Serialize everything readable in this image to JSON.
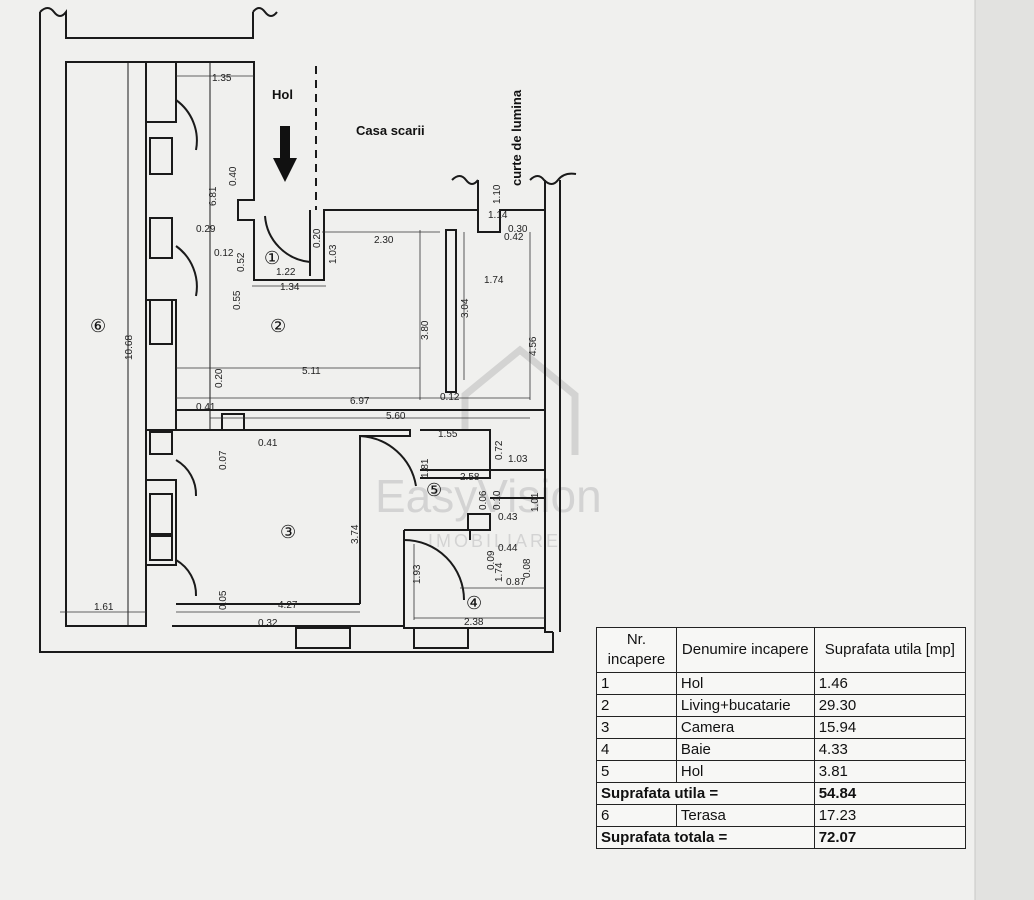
{
  "labels": {
    "hol": "Hol",
    "casa_scarii": "Casa scarii",
    "curte_de_lumina": "curte de lumina"
  },
  "rooms": [
    "①",
    "②",
    "③",
    "④",
    "⑤",
    "⑥"
  ],
  "dimensions": {
    "d_1_35": "1.35",
    "d_6_81": "6.81",
    "d_0_40": "0.40",
    "d_0_29": "0.29",
    "d_0_12": "0.12",
    "d_0_52": "0.52",
    "d_1_22": "1.22",
    "d_1_34": "1.34",
    "d_0_20a": "0.20",
    "d_1_03a": "1.03",
    "d_2_30": "2.30",
    "d_0_55": "0.55",
    "d_10_68": "10.68",
    "d_5_11": "5.11",
    "d_3_80": "3.80",
    "d_3_04": "3.04",
    "d_1_74a": "1.74",
    "d_4_56": "4.56",
    "d_0_20b": "0.20",
    "d_6_97": "6.97",
    "d_0_12b": "0.12",
    "d_0_41a": "0.41",
    "d_5_60": "5.60",
    "d_0_41b": "0.41",
    "d_0_07": "0.07",
    "d_1_55": "1.55",
    "d_0_72": "0.72",
    "d_1_03b": "1.03",
    "d_1_81": "1.81",
    "d_2_58": "2.58",
    "d_0_06": "0.06",
    "d_0_10a": "0.10",
    "d_1_01": "1.01",
    "d_0_43": "0.43",
    "d_3_74": "3.74",
    "d_0_44": "0.44",
    "d_0_09": "0.09",
    "d_1_74b": "1.74",
    "d_0_87": "0.87",
    "d_0_08": "0.08",
    "d_1_93": "1.93",
    "d_1_61": "1.61",
    "d_4_27": "4.27",
    "d_0_05": "0.05",
    "d_0_32": "0.32",
    "d_2_38": "2.38",
    "d_1_10": "1.10",
    "d_1_14": "1.14",
    "d_0_30": "0.30",
    "d_0_42": "0.42"
  },
  "watermark": {
    "line1": "EasyVision",
    "line2": "IMOBILIARE"
  },
  "legend": {
    "headers": [
      "Nr. incapere",
      "Denumire incapere",
      "Suprafata utila [mp]"
    ],
    "rows": [
      {
        "nr": "1",
        "name": "Hol",
        "area": "1.46"
      },
      {
        "nr": "2",
        "name": "Living+bucatarie",
        "area": "29.30"
      },
      {
        "nr": "3",
        "name": "Camera",
        "area": "15.94"
      },
      {
        "nr": "4",
        "name": "Baie",
        "area": "4.33"
      },
      {
        "nr": "5",
        "name": "Hol",
        "area": "3.81"
      }
    ],
    "subtotal": {
      "label": "Suprafata utila =",
      "value": "54.84"
    },
    "extra": {
      "nr": "6",
      "name": "Terasa",
      "area": "17.23"
    },
    "total": {
      "label": "Suprafata totala =",
      "value": "72.07"
    }
  }
}
